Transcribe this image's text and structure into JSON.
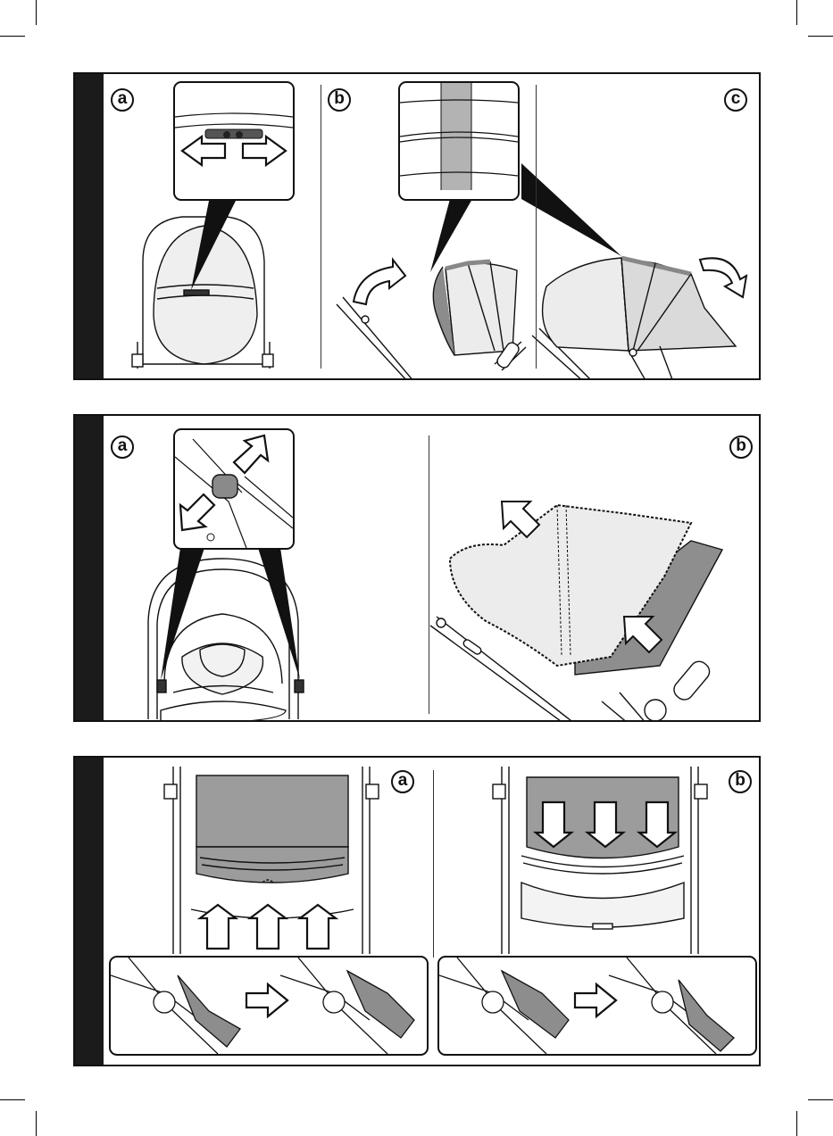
{
  "colors": {
    "ink": "#111111",
    "side_bar": "#1b1b1b",
    "canopy_fill": "#e9e9e9",
    "shade": "#9a9a9a",
    "highlight": "#b8b8b8"
  },
  "panel1": {
    "labels": [
      "a",
      "b",
      "c"
    ]
  },
  "panel2": {
    "labels": [
      "a",
      "b"
    ]
  },
  "panel3": {
    "labels": [
      "a",
      "b"
    ]
  }
}
